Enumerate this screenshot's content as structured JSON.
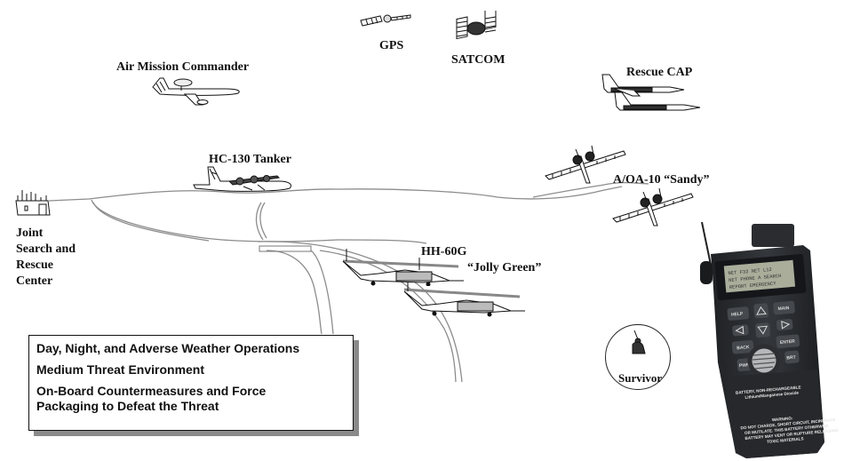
{
  "diagram": {
    "nodes": {
      "air_mission_commander": "Air Mission Commander",
      "gps": "GPS",
      "satcom": "SATCOM",
      "rescue_cap": "Rescue CAP",
      "hc130_tanker": "HC-130 Tanker",
      "aoa10": "A/OA-10 “Sandy”",
      "jsrc": [
        "Joint",
        "Search and",
        "Rescue",
        "Center"
      ],
      "hh60g": "HH-60G",
      "jolly_green": "“Jolly Green”",
      "survivor": "Survivor"
    },
    "info_box": {
      "line1": "Day, Night, and Adverse Weather Operations",
      "line2": "Medium Threat Environment",
      "line3a": "On-Board Countermeasures and Force",
      "line3b": "Packaging to Defeat the Threat"
    },
    "radio": {
      "keys": [
        "HELP",
        "MAIN",
        "BACK",
        "ENTER",
        "PWR",
        "BRT"
      ],
      "battery_title": "BATTERY, NON-RECHARGEABLE",
      "warning_title": "WARNING:"
    },
    "colors": {
      "link_line": "#8c8c8c",
      "radio_body": "#2b2d30",
      "shadow": "#8a8a8a"
    }
  }
}
